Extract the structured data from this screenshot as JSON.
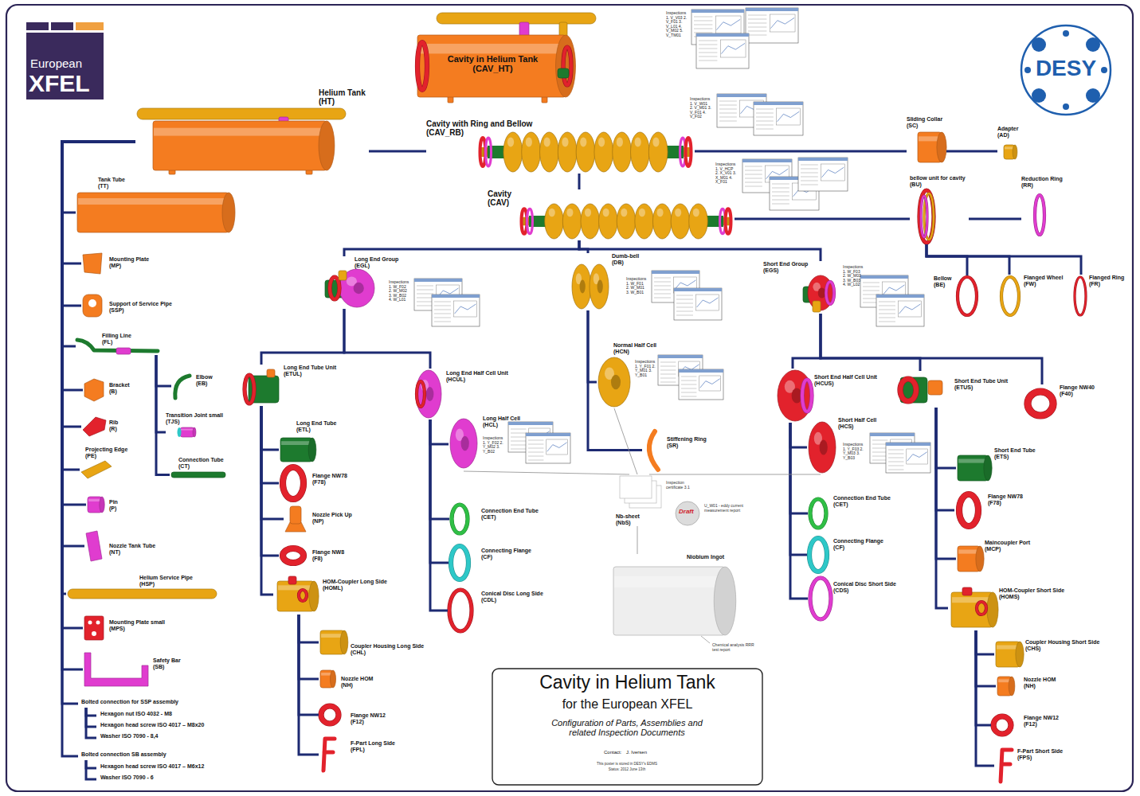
{
  "diagram": {
    "title": "Cavity in Helium Tank",
    "nodes": [
      {
        "text": [
          "Cavity in Helium Tank (CAV_HT)"
        ]
      },
      {
        "text": [
          "Helium Tank (HT)"
        ]
      },
      {
        "text": [
          "Cavity with Ring and Bellow (CAV_RB)"
        ]
      },
      {
        "text": [
          "Cavity (CAV)"
        ]
      },
      {
        "text": [
          "Sliding Collar (SC)"
        ]
      },
      {
        "text": [
          "Adapter (AD)"
        ]
      },
      {
        "text": [
          "bellow unit for cavity (BU)"
        ]
      },
      {
        "text": [
          "Reduction Ring (RR)"
        ]
      },
      {
        "text": [
          "Bellow (BE)"
        ]
      },
      {
        "text": [
          "Flanged Wheel (FW)"
        ]
      },
      {
        "text": [
          "Flanged Ring (FR)"
        ]
      },
      {
        "text": [
          "Tank Tube (TT)"
        ]
      },
      {
        "text": [
          "Mounting Plate (MP)"
        ]
      },
      {
        "text": [
          "Support of Service Pipe (SSP)"
        ]
      },
      {
        "text": [
          "Filling Line (FL)"
        ]
      },
      {
        "text": [
          "Elbow (EB)"
        ]
      },
      {
        "text": [
          "Transition Joint small (TJS)"
        ]
      },
      {
        "text": [
          "Connection Tube (CT)"
        ]
      },
      {
        "text": [
          "Bracket (B)"
        ]
      },
      {
        "text": [
          "Rib (R)"
        ]
      },
      {
        "text": [
          "Projecting Edge (PE)"
        ]
      },
      {
        "text": [
          "Pin (P)"
        ]
      },
      {
        "text": [
          "Nozzle Tank Tube (NT)"
        ]
      },
      {
        "text": [
          "Helium Service Pipe (HSP)"
        ]
      },
      {
        "text": [
          "Mounting Plate small (MPS)"
        ]
      },
      {
        "text": [
          "Safety Bar (SB)"
        ]
      },
      {
        "text": [
          "Bolted connection for SSP assembly"
        ]
      },
      {
        "text": [
          "Hexagon nut ISO 4032 - M8"
        ]
      },
      {
        "text": [
          "Hexagon head screw ISO 4017 – M8x20"
        ]
      },
      {
        "text": [
          "Washer ISO 7090 - 8,4"
        ]
      },
      {
        "text": [
          "Bolted connection SB assembly"
        ]
      },
      {
        "text": [
          "Hexagon head screw ISO 4017 – M6x12"
        ]
      },
      {
        "text": [
          "Washer ISO 7090 - 6"
        ]
      },
      {
        "text": [
          "Long End Group (EGL)"
        ]
      },
      {
        "text": [
          "Dumb-bell (DB)"
        ]
      },
      {
        "text": [
          "Short End Group (EGS)"
        ]
      },
      {
        "text": [
          "Long End Tube Unit (ETUL)"
        ]
      },
      {
        "text": [
          "Long End Half Cell Unit (HCUL)"
        ]
      },
      {
        "text": [
          "Long End Tube (ETL)"
        ]
      },
      {
        "text": [
          "Flange NW78 (F78)"
        ]
      },
      {
        "text": [
          "Nozzle Pick Up (NP)"
        ]
      },
      {
        "text": [
          "Flange NW8 (F8)"
        ]
      },
      {
        "text": [
          "HOM-Coupler Long Side (HOML)"
        ]
      },
      {
        "text": [
          "Coupler Housing Long Side (CHL)"
        ]
      },
      {
        "text": [
          "Nozzle HOM (NH)"
        ]
      },
      {
        "text": [
          "Flange NW12 (F12)"
        ]
      },
      {
        "text": [
          "F-Part Long Side (FPL)"
        ]
      },
      {
        "text": [
          "Long Half Cell (HCL)"
        ]
      },
      {
        "text": [
          "Connection End Tube (CET)"
        ]
      },
      {
        "text": [
          "Connecting Flange (CF)"
        ]
      },
      {
        "text": [
          "Conical Disc Long Side (CDL)"
        ]
      },
      {
        "text": [
          "Normal Half Cell (HCN)"
        ]
      },
      {
        "text": [
          "Stiffening Ring (SR)"
        ]
      },
      {
        "text": [
          "Short End Half Cell Unit (HCUS)"
        ]
      },
      {
        "text": [
          "Short End Tube Unit (ETUS)"
        ]
      },
      {
        "text": [
          "Flange NW40 (F40)"
        ]
      },
      {
        "text": [
          "Short Half Cell (HCS)"
        ]
      },
      {
        "text": [
          "Connection End Tube (CET)"
        ]
      },
      {
        "text": [
          "Connecting Flange (CF)"
        ]
      },
      {
        "text": [
          "Conical Disc Short Side (CDS)"
        ]
      },
      {
        "text": [
          "Short End Tube (ETS)"
        ]
      },
      {
        "text": [
          "Flange NW78 (F78)"
        ]
      },
      {
        "text": [
          "Maincoupler Port (MCP)"
        ]
      },
      {
        "text": [
          "HOM-Coupler Short Side (HOMS)"
        ]
      },
      {
        "text": [
          "Coupler Housing Short Side (CHS)"
        ]
      },
      {
        "text": [
          "Nozzle HOM (NH)"
        ]
      },
      {
        "text": [
          "Flange NW12 (F12)"
        ]
      },
      {
        "text": [
          "F-Part Short Side (FPS)"
        ]
      },
      {
        "text": [
          "Nb-sheet (NbS)"
        ]
      },
      {
        "text": [
          "Niobium Ingot"
        ]
      }
    ],
    "edges": [
      {
        "from": 1,
        "to": 2,
        "arrow": "none"
      },
      {
        "from": 2,
        "to": 4,
        "arrow": "none"
      },
      {
        "from": 4,
        "to": 5,
        "arrow": "none"
      },
      {
        "from": 2,
        "to": 3,
        "arrow": "none"
      },
      {
        "from": 3,
        "to": 6,
        "arrow": "none"
      },
      {
        "from": 6,
        "to": 7,
        "arrow": "none"
      },
      {
        "from": 6,
        "to": 8,
        "arrow": "none"
      },
      {
        "from": 6,
        "to": 9,
        "arrow": "none"
      },
      {
        "from": 6,
        "to": 10,
        "arrow": "none"
      },
      {
        "from": 1,
        "to": 11,
        "arrow": "none"
      },
      {
        "from": 1,
        "to": 12,
        "arrow": "none"
      },
      {
        "from": 1,
        "to": 13,
        "arrow": "none"
      },
      {
        "from": 1,
        "to": 14,
        "arrow": "none"
      },
      {
        "from": 14,
        "to": 15,
        "arrow": "none"
      },
      {
        "from": 14,
        "to": 16,
        "arrow": "none"
      },
      {
        "from": 14,
        "to": 17,
        "arrow": "none"
      },
      {
        "from": 1,
        "to": 18,
        "arrow": "none"
      },
      {
        "from": 1,
        "to": 19,
        "arrow": "none"
      },
      {
        "from": 1,
        "to": 20,
        "arrow": "none"
      },
      {
        "from": 1,
        "to": 21,
        "arrow": "none"
      },
      {
        "from": 1,
        "to": 22,
        "arrow": "none"
      },
      {
        "from": 1,
        "to": 23,
        "arrow": "none"
      },
      {
        "from": 1,
        "to": 24,
        "arrow": "none"
      },
      {
        "from": 1,
        "to": 25,
        "arrow": "none"
      },
      {
        "from": 1,
        "to": 26,
        "arrow": "none"
      },
      {
        "from": 26,
        "to": 27,
        "arrow": "none"
      },
      {
        "from": 26,
        "to": 28,
        "arrow": "none"
      },
      {
        "from": 26,
        "to": 29,
        "arrow": "none"
      },
      {
        "from": 1,
        "to": 30,
        "arrow": "none"
      },
      {
        "from": 30,
        "to": 31,
        "arrow": "none"
      },
      {
        "from": 30,
        "to": 32,
        "arrow": "none"
      },
      {
        "from": 3,
        "to": 33,
        "arrow": "none"
      },
      {
        "from": 3,
        "to": 34,
        "arrow": "none"
      },
      {
        "from": 3,
        "to": 35,
        "arrow": "none"
      },
      {
        "from": 33,
        "to": 36,
        "arrow": "none"
      },
      {
        "from": 33,
        "to": 37,
        "arrow": "none"
      },
      {
        "from": 36,
        "to": 38,
        "arrow": "none"
      },
      {
        "from": 36,
        "to": 39,
        "arrow": "none"
      },
      {
        "from": 36,
        "to": 40,
        "arrow": "none"
      },
      {
        "from": 36,
        "to": 41,
        "arrow": "none"
      },
      {
        "from": 36,
        "to": 42,
        "arrow": "none"
      },
      {
        "from": 42,
        "to": 43,
        "arrow": "none"
      },
      {
        "from": 42,
        "to": 44,
        "arrow": "none"
      },
      {
        "from": 42,
        "to": 45,
        "arrow": "none"
      },
      {
        "from": 42,
        "to": 46,
        "arrow": "none"
      },
      {
        "from": 37,
        "to": 47,
        "arrow": "none"
      },
      {
        "from": 37,
        "to": 48,
        "arrow": "none"
      },
      {
        "from": 37,
        "to": 49,
        "arrow": "none"
      },
      {
        "from": 37,
        "to": 50,
        "arrow": "none"
      },
      {
        "from": 34,
        "to": 51,
        "arrow": "none"
      },
      {
        "from": 34,
        "to": 52,
        "arrow": "none"
      },
      {
        "from": 35,
        "to": 53,
        "arrow": "none"
      },
      {
        "from": 35,
        "to": 54,
        "arrow": "none"
      },
      {
        "from": 35,
        "to": 55,
        "arrow": "none"
      },
      {
        "from": 53,
        "to": 56,
        "arrow": "none"
      },
      {
        "from": 53,
        "to": 57,
        "arrow": "none"
      },
      {
        "from": 53,
        "to": 58,
        "arrow": "none"
      },
      {
        "from": 53,
        "to": 59,
        "arrow": "none"
      },
      {
        "from": 54,
        "to": 60,
        "arrow": "none"
      },
      {
        "from": 54,
        "to": 61,
        "arrow": "none"
      },
      {
        "from": 54,
        "to": 62,
        "arrow": "none"
      },
      {
        "from": 54,
        "to": 63,
        "arrow": "none"
      },
      {
        "from": 63,
        "to": 64,
        "arrow": "none"
      },
      {
        "from": 63,
        "to": 65,
        "arrow": "none"
      },
      {
        "from": 63,
        "to": 66,
        "arrow": "none"
      },
      {
        "from": 63,
        "to": 67,
        "arrow": "none"
      },
      {
        "from": 47,
        "to": 68,
        "arrow": "none"
      },
      {
        "from": 51,
        "to": 68,
        "arrow": "none"
      },
      {
        "from": 56,
        "to": 68,
        "arrow": "none"
      },
      {
        "from": 68,
        "to": 69,
        "arrow": "none"
      }
    ],
    "labels": [
      "European",
      "XFEL",
      "DESY",
      "Inspections 1. V_V03 2. V_F01 3. V_L01 4. V_M02 5. V_TM01",
      "Inspections 1. V_W01 2. V_M01 3. V_F01 4. V_F02",
      "Inspections 1. V_HCP 2. X_V01 3. X_M01 4. X_F01",
      "Inspections 1. W_F02 2. W_M02 3. W_B02 4. W_L01",
      "Inspections 1. W_F01 2. W_M01 3. W_B01",
      "Inspections 1. W_F03 2. W_M03 3. W_B03 4. W_L02",
      "Inspections 1. Y_F01 2. Y_M01 3. Y_B01",
      "Inspections 1. Y_F02 2. Y_M02 3. Y_B02",
      "Inspections 1. Y_F03 2. Y_M03 3. Y_B03",
      "Inspection certificate 3.1",
      "Draft",
      "U_W01 - eddy current measurement report",
      "Chemical analysis RRR test report",
      "for the European XFEL",
      "Configuration of Parts, Assemblies and related Inspection Documents",
      "Contact:",
      "J. Iversen",
      "This poster is stored in DESY's EDMS",
      "Status: 2012 June 13th"
    ]
  }
}
